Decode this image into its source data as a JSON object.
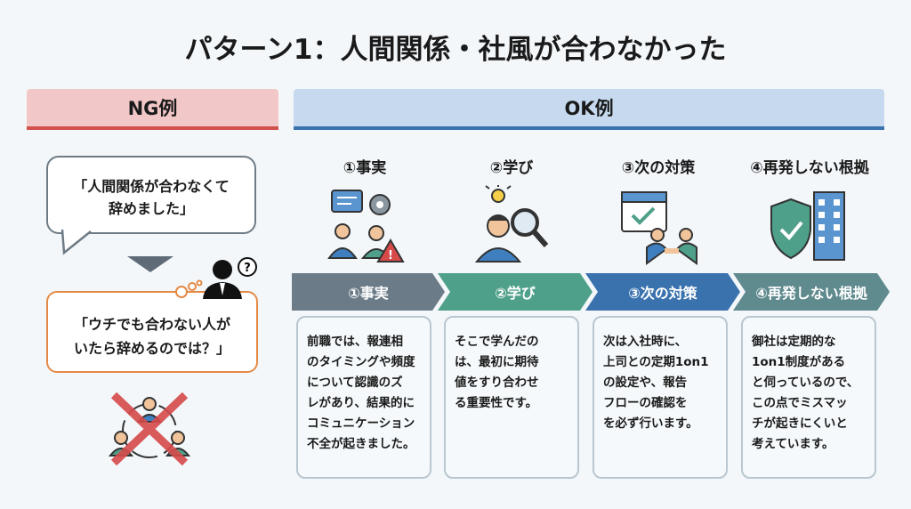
{
  "title": "パターン1：人間関係・社風が合わなかった",
  "ng": {
    "header": "NG例",
    "quote": "「人間関係が合わなくて\n辞めました」",
    "interviewer_thought": "「ウチでも合わない人が\nいたら辞めるのでは？」"
  },
  "ok": {
    "header": "OK例",
    "steps": [
      {
        "label": "①事実",
        "icon": "people-chat-gear-warning-icon",
        "color": "#6b7b88",
        "text": "前職では、報連相\nのタイミングや頻度\nについて認識のズ\nレがあり、結果的に\nコミュニケーション\n不全が起きました。"
      },
      {
        "label": "②学び",
        "icon": "person-magnifier-lightbulb-icon",
        "color": "#4fa08a",
        "text": "そこで学んだの\nは、最初に期待\n値をすり合わせ\nる重要性です。"
      },
      {
        "label": "③次の対策",
        "icon": "calendar-handshake-icon",
        "color": "#3a72ae",
        "text": "次は入社時に、\n上司との定期1on1\nの設定や、報告\nフローの確認を\nを必ず行います。"
      },
      {
        "label": "④再発しない根拠",
        "icon": "shield-building-icon",
        "color": "#5f8a8e",
        "text": "御社は定期的な\n1on1制度がある\nと伺っているので、\nこの点でミスマッ\nチが起きにくいと\n考えています。"
      }
    ]
  }
}
